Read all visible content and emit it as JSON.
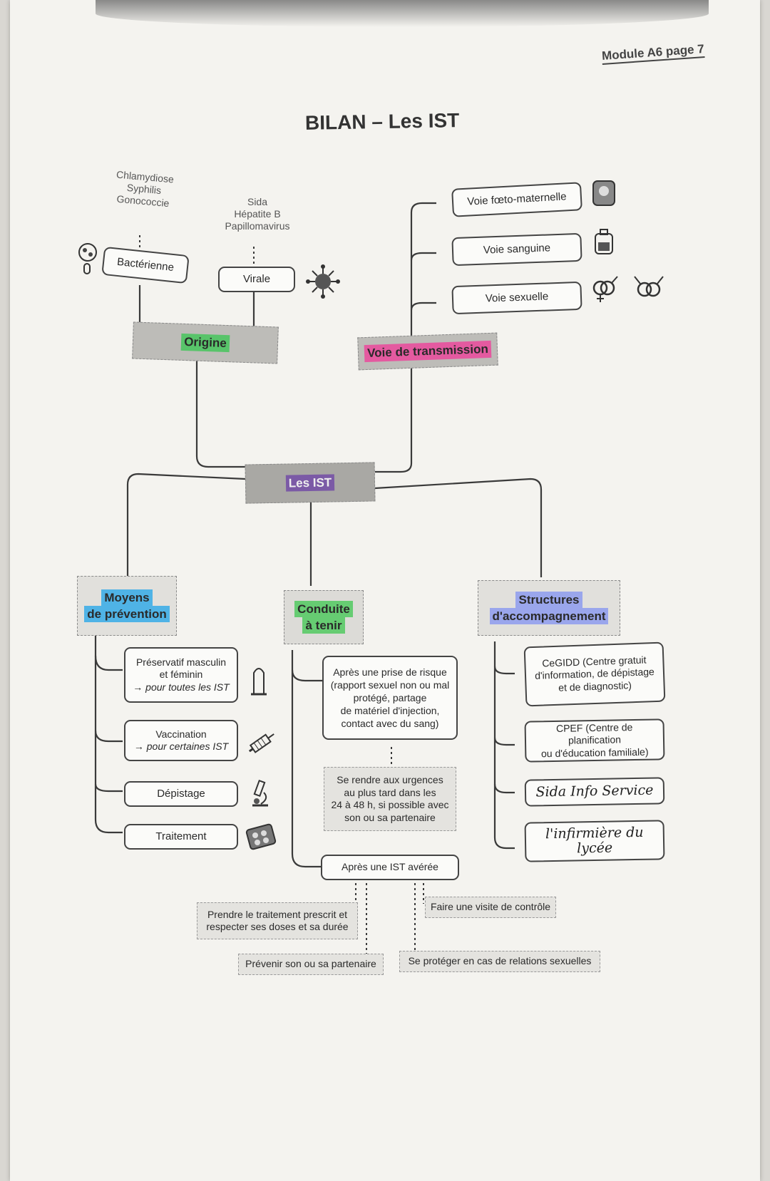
{
  "header": {
    "module": "Module A6 page 7",
    "title": "BILAN – Les IST"
  },
  "center": {
    "label": "Les IST",
    "color": "#7b5aa6"
  },
  "origine": {
    "label": "Origine",
    "color": "#58c46a",
    "bacterienne": {
      "label": "Bactérienne",
      "examples": [
        "Chlamydiose",
        "Syphilis",
        "Gonococcie"
      ]
    },
    "virale": {
      "label": "Virale",
      "examples": [
        "Sida",
        "Hépatite B",
        "Papillomavirus"
      ]
    }
  },
  "transmission": {
    "label": "Voie de transmission",
    "color": "#e45aa0",
    "items": [
      "Voie fœto-maternelle",
      "Voie sanguine",
      "Voie sexuelle"
    ]
  },
  "prevention": {
    "label_line1": "Moyens",
    "label_line2": "de prévention",
    "color": "#4fb3e6",
    "items": [
      {
        "line1": "Préservatif masculin",
        "line2": "et féminin",
        "line3": "→ pour toutes les IST"
      },
      {
        "line1": "Vaccination",
        "line2": "→ pour certaines IST"
      },
      {
        "line1": "Dépistage"
      },
      {
        "line1": "Traitement"
      }
    ]
  },
  "conduite": {
    "label_line1": "Conduite",
    "label_line2": "à tenir",
    "color": "#66cc72",
    "risque": {
      "line1": "Après une prise de risque",
      "line2": "(rapport sexuel non ou mal",
      "line3": "protégé, partage",
      "line4": "de matériel d'injection,",
      "line5": "contact avec du sang)"
    },
    "urgences": {
      "line1": "Se rendre aux urgences",
      "line2": "au plus tard dans les",
      "line3": "24 à 48 h, si possible avec",
      "line4": "son ou sa partenaire"
    },
    "avere": "Après une IST avérée",
    "actions": {
      "traitement_line1": "Prendre le traitement prescrit et",
      "traitement_line2": "respecter ses doses et sa durée",
      "controle": "Faire une visite de contrôle",
      "prevenir": "Prévenir son ou sa partenaire",
      "proteger": "Se protéger en cas de relations sexuelles"
    }
  },
  "structures": {
    "label_line1": "Structures",
    "label_line2": "d'accompagnement",
    "color": "#9aa6ec",
    "cegidd": {
      "line1": "CeGIDD (Centre gratuit",
      "line2": "d'information, de dépistage",
      "line3": "et de diagnostic)"
    },
    "cpef": {
      "line1": "CPEF (Centre de planification",
      "line2": "ou d'éducation familiale)"
    },
    "handwritten": {
      "sida": "Sida Info Service",
      "infirmiere_line1": "l'infirmière du",
      "infirmiere_line2": "lycée"
    }
  }
}
